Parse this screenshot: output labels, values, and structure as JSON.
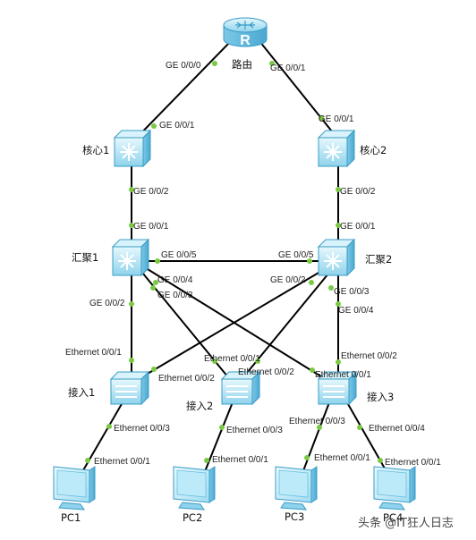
{
  "devices": {
    "router": "路由",
    "core1": "核心1",
    "core2": "核心2",
    "agg1": "汇聚1",
    "agg2": "汇聚2",
    "acc1": "接入1",
    "acc2": "接入2",
    "acc3": "接入3",
    "pc1": "PC1",
    "pc2": "PC2",
    "pc3": "PC3",
    "pc4": "PC4"
  },
  "ports": {
    "r_ge000": "GE 0/0/0",
    "r_ge001": "GE 0/0/1",
    "c1_up": "GE 0/0/1",
    "c2_up": "GE 0/0/1",
    "c1_down": "GE 0/0/2",
    "c2_down": "GE 0/0/2",
    "a1_up": "GE 0/0/1",
    "a2_up": "GE 0/0/1",
    "a1_ge005": "GE 0/0/5",
    "a2_ge005": "GE 0/0/5",
    "a1_ge004": "GE 0/0/4",
    "a1_ge003": "GE 0/0/3",
    "a1_ge002": "GE 0/0/2",
    "a2_ge002": "GE 0/0/2",
    "a2_ge003": "GE 0/0/3",
    "a2_ge004": "GE 0/0/4",
    "acc1_e001": "Ethernet 0/0/1",
    "acc1_e002": "Ethernet 0/0/2",
    "acc1_e003": "Ethernet 0/0/3",
    "acc2_e001": "Ethernet 0/0/1",
    "acc2_e002": "Ethernet 0/0/2",
    "acc2_e003": "Ethernet 0/0/3",
    "acc3_e001": "Ethernet 0/0/1",
    "acc3_e002": "Ethernet 0/0/2",
    "acc3_e003": "Ethernet 0/0/3",
    "acc3_e004": "Ethernet 0/0/4",
    "pc1_e001": "Ethernet 0/0/1",
    "pc2_e001": "Ethernet 0/0/1",
    "pc3_e001": "Ethernet 0/0/1",
    "pc4_e001": "Ethernet 0/0/1"
  },
  "watermark": "头条 @IT狂人日志",
  "colors": {
    "link": "#000000",
    "port_dot": "#7ac943",
    "device_light": "#d8f3fb",
    "device_mid": "#9fdcef",
    "device_dark": "#4fb3d9"
  }
}
